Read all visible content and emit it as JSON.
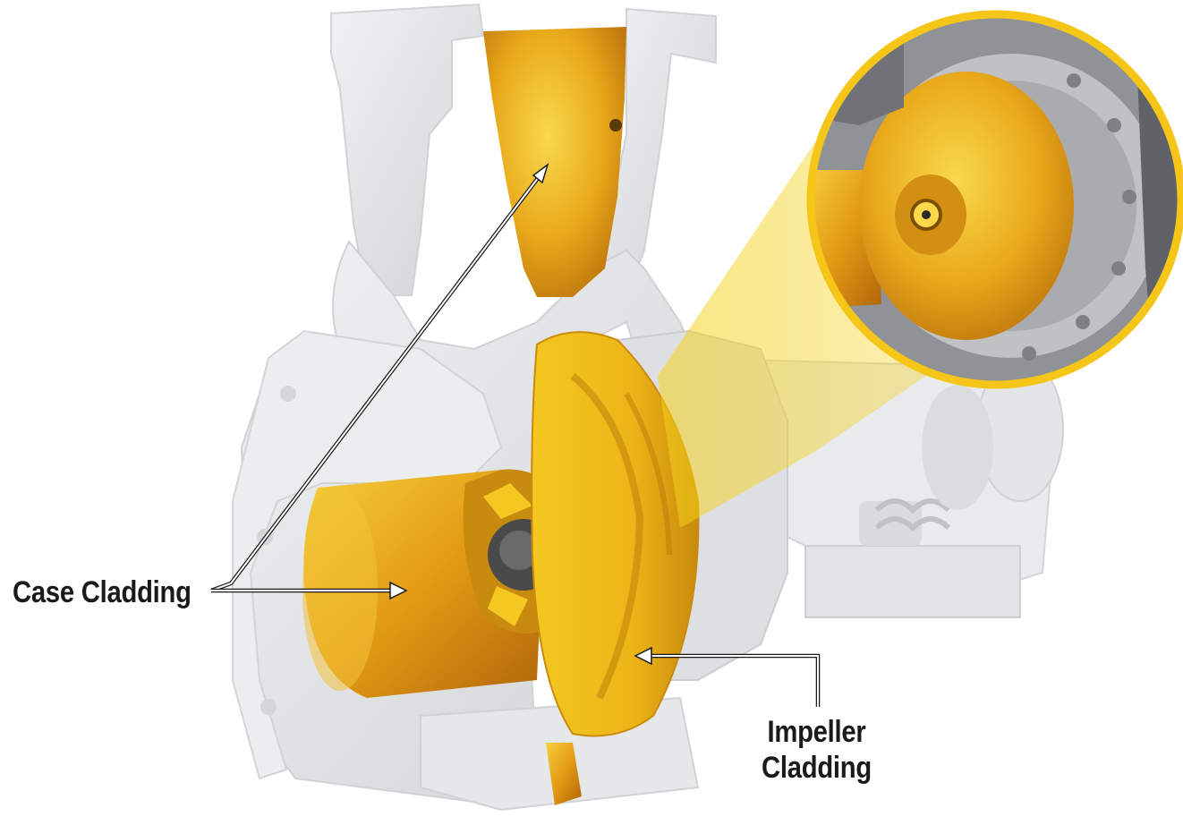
{
  "labels": {
    "case_cladding": "Case Cladding",
    "impeller_cladding_line1": "Impeller",
    "impeller_cladding_line2": "Cladding"
  },
  "colors": {
    "casing_gray": "#e6e7e9",
    "casing_shadow": "#c9cbce",
    "cladding_gold": "#e6a517",
    "cladding_highlight": "#f7d54a",
    "callout_yellow": "#f5c518",
    "label_text": "#1a1a1a"
  }
}
